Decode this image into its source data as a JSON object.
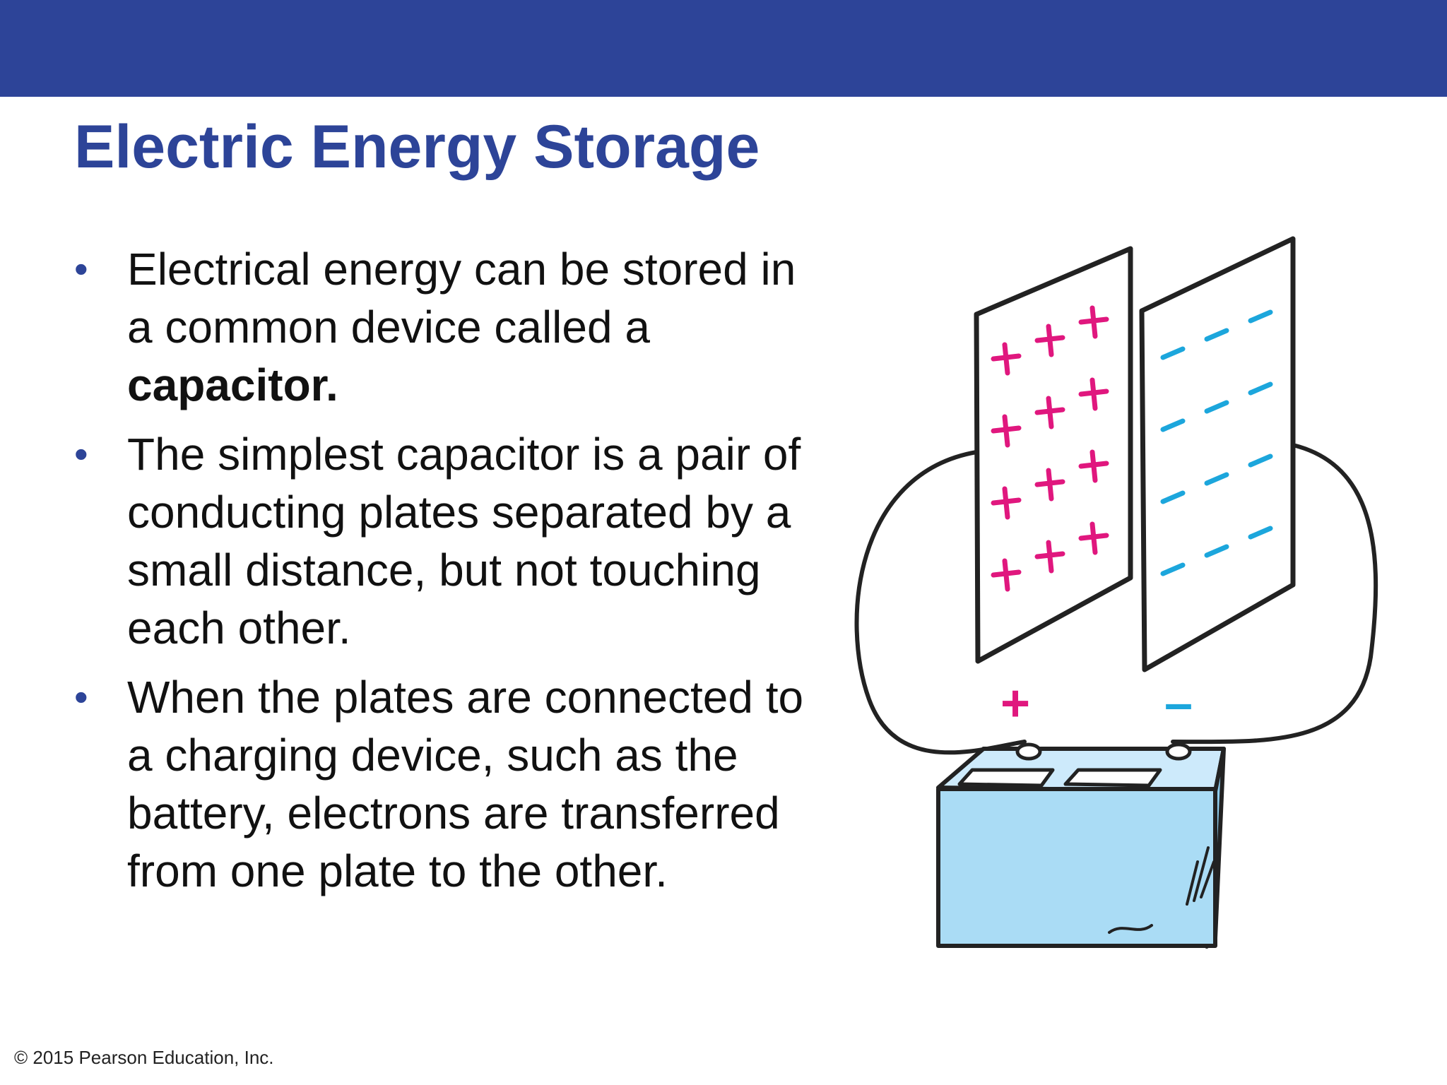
{
  "slide": {
    "title": "Electric Energy Storage",
    "bullets": [
      {
        "dot": "•",
        "text": "Electrical energy can be stored in a common device called a ",
        "bold": "capacitor."
      },
      {
        "dot": "•",
        "text": "The simplest capacitor is a pair of conducting plates separated by a small distance, but not touching each other."
      },
      {
        "dot": "•",
        "text": "When the plates are connected to a charging device, such as the battery, electrons are transferred from one plate to the other."
      }
    ],
    "footer": "© 2015 Pearson Education, Inc."
  },
  "figure": {
    "positive_sign": "+",
    "negative_sign": "–",
    "colors": {
      "band": "#2d4498",
      "positive": "#e0177e",
      "negative": "#1ca6dc",
      "battery": "#aadcf5",
      "outline": "#222222"
    }
  }
}
